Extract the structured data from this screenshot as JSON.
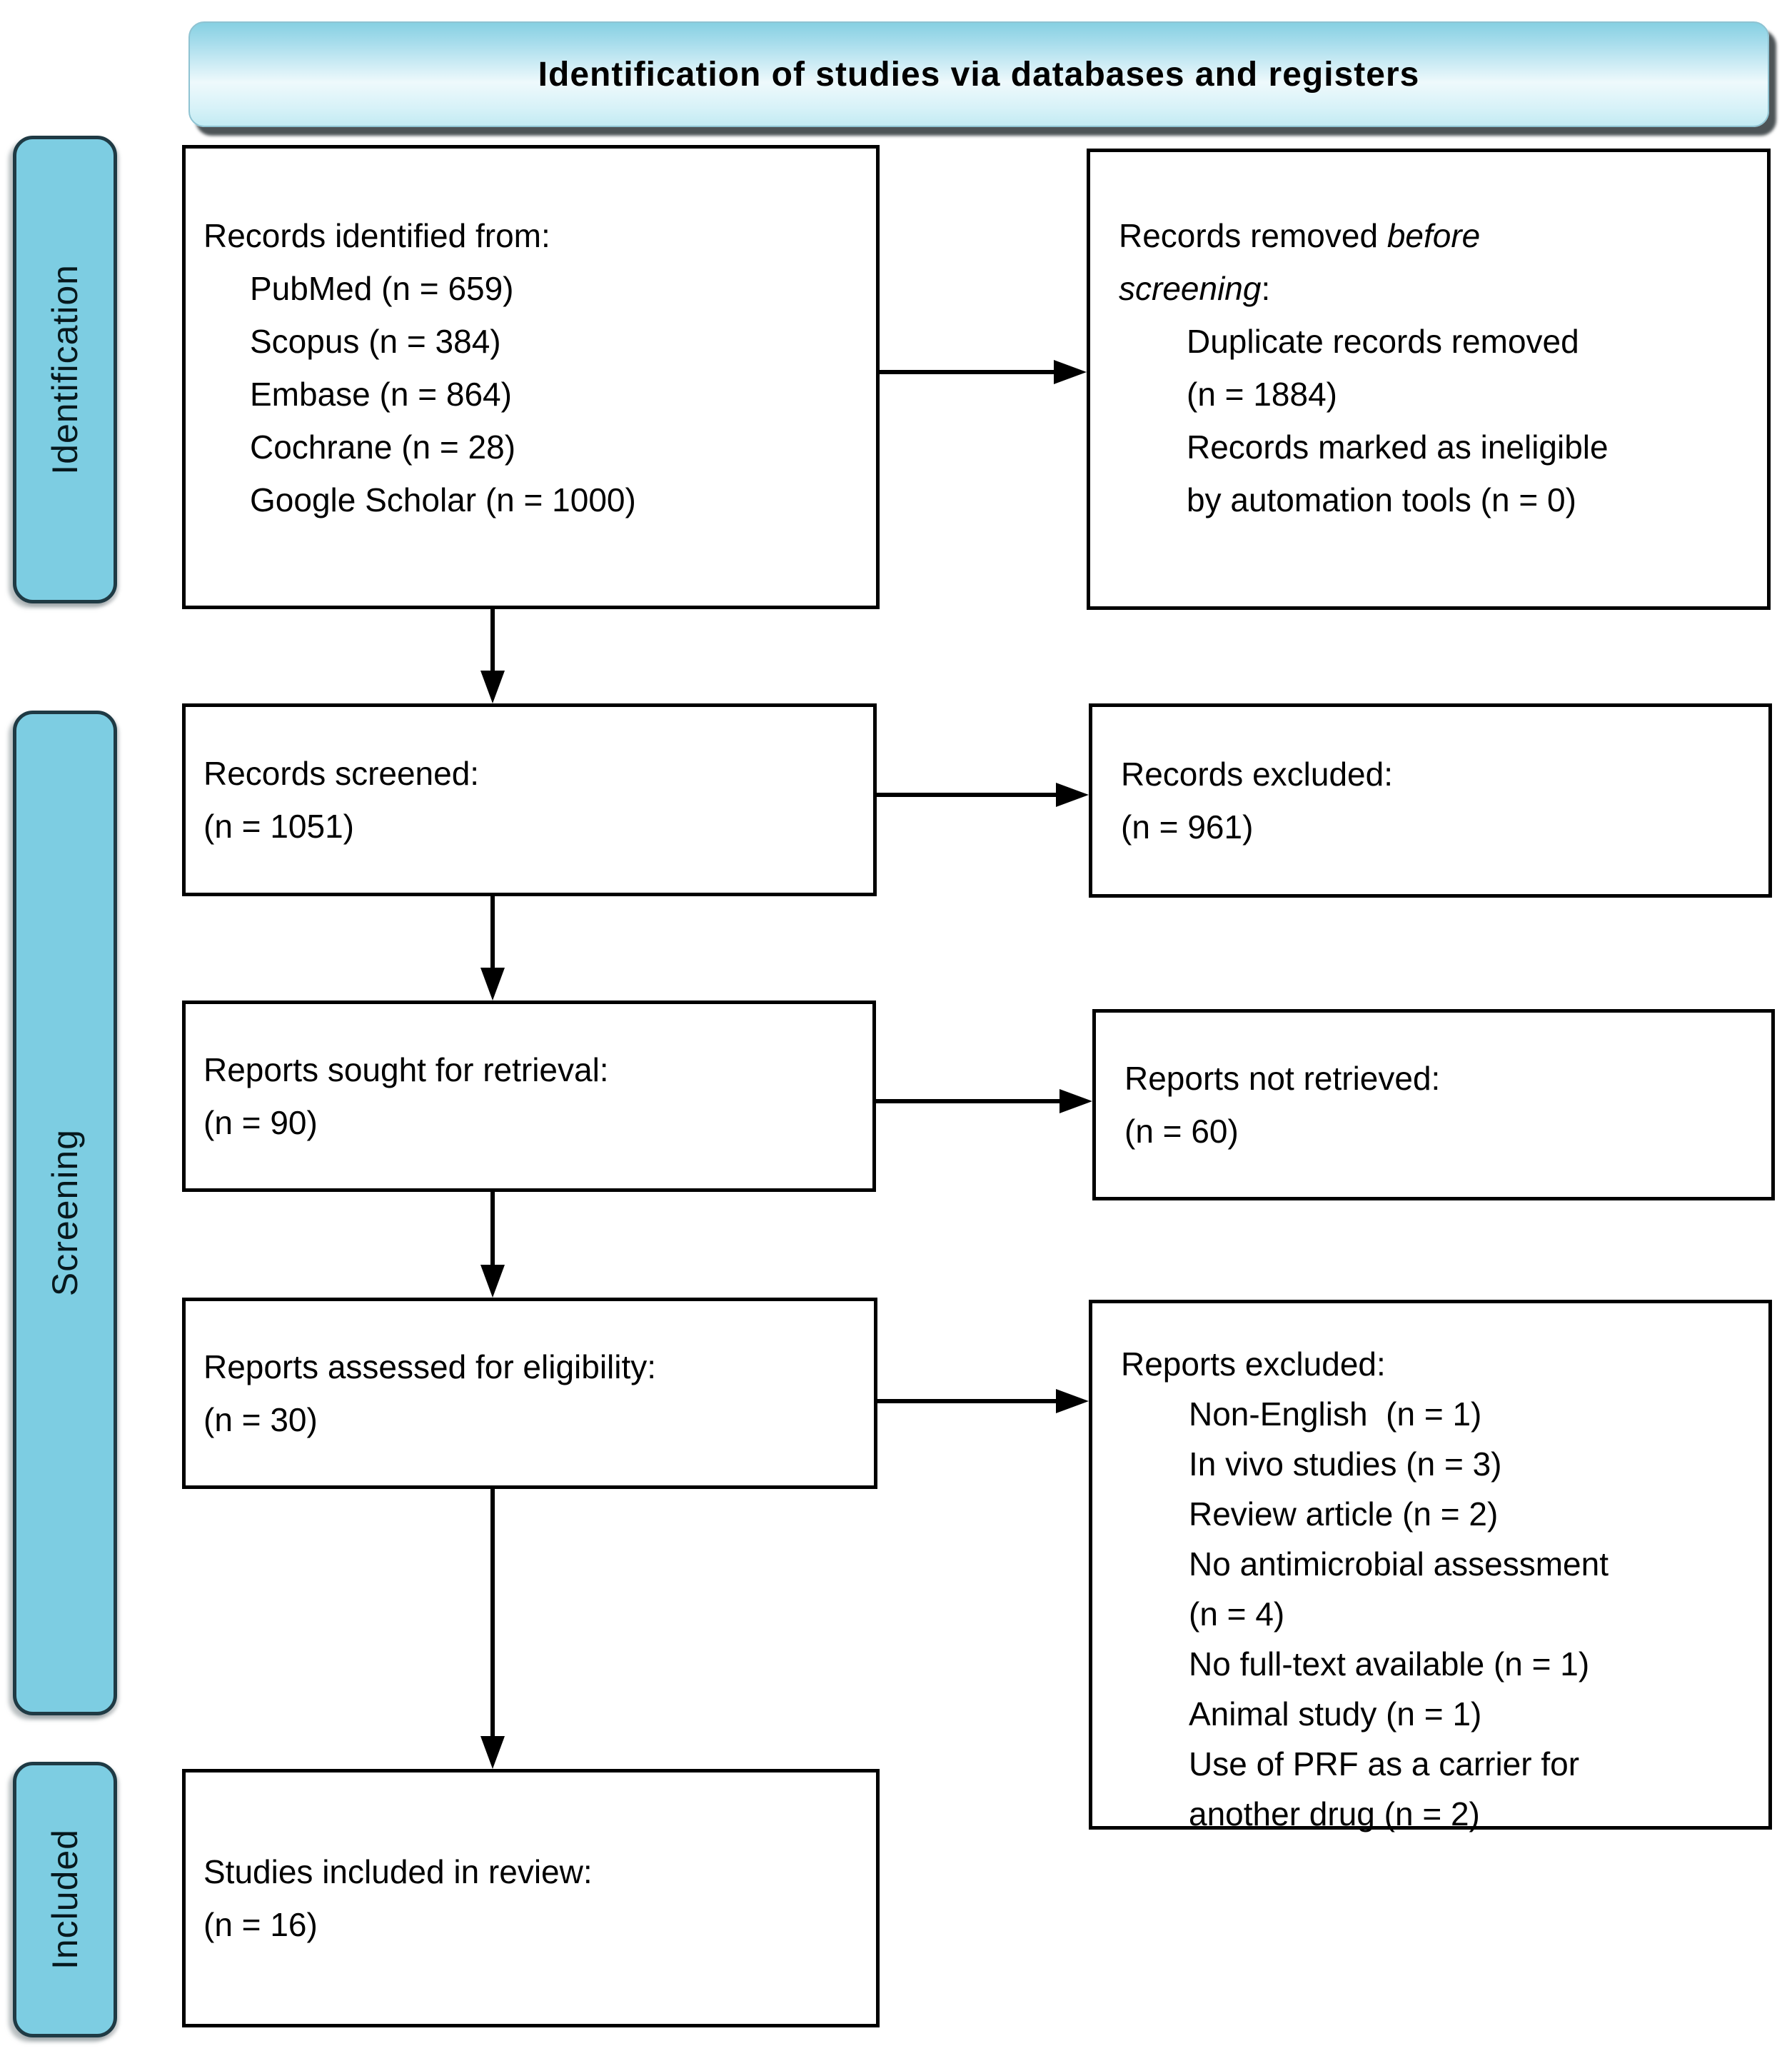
{
  "title": "Identification of studies via databases and registers",
  "stages": [
    {
      "label": "Identification"
    },
    {
      "label": "Screening"
    },
    {
      "label": "Included"
    }
  ],
  "boxes": {
    "records_identified": {
      "lines": [
        {
          "indent": false,
          "segments": [
            {
              "text": "Records identified from:"
            }
          ]
        },
        {
          "indent": true,
          "segments": [
            {
              "text": "PubMed (n = 659)"
            }
          ]
        },
        {
          "indent": true,
          "segments": [
            {
              "text": "Scopus (n = 384)"
            }
          ]
        },
        {
          "indent": true,
          "segments": [
            {
              "text": "Embase (n = 864)"
            }
          ]
        },
        {
          "indent": true,
          "segments": [
            {
              "text": "Cochrane (n = 28)"
            }
          ]
        },
        {
          "indent": true,
          "segments": [
            {
              "text": "Google Scholar (n = 1000)"
            }
          ]
        }
      ]
    },
    "records_removed": {
      "lines": [
        {
          "indent": false,
          "segments": [
            {
              "text": "Records removed "
            },
            {
              "text": "before",
              "italic": true
            }
          ]
        },
        {
          "indent": false,
          "segments": [
            {
              "text": "screening",
              "italic": true
            },
            {
              "text": ":"
            }
          ]
        },
        {
          "indent": true,
          "segments": [
            {
              "text": "Duplicate records removed"
            }
          ]
        },
        {
          "indent": true,
          "segments": [
            {
              "text": "(n = 1884)"
            }
          ]
        },
        {
          "indent": true,
          "segments": [
            {
              "text": "Records marked as ineligible"
            }
          ]
        },
        {
          "indent": true,
          "segments": [
            {
              "text": "by automation tools (n = 0)"
            }
          ]
        }
      ]
    },
    "records_screened": {
      "lines": [
        {
          "indent": false,
          "segments": [
            {
              "text": "Records screened:"
            }
          ]
        },
        {
          "indent": false,
          "segments": [
            {
              "text": "(n = 1051)"
            }
          ]
        }
      ]
    },
    "records_excluded": {
      "lines": [
        {
          "indent": false,
          "segments": [
            {
              "text": "Records excluded:"
            }
          ]
        },
        {
          "indent": false,
          "segments": [
            {
              "text": "(n = 961)"
            }
          ]
        }
      ]
    },
    "reports_sought": {
      "lines": [
        {
          "indent": false,
          "segments": [
            {
              "text": "Reports sought for retrieval:"
            }
          ]
        },
        {
          "indent": false,
          "segments": [
            {
              "text": "(n = 90)"
            }
          ]
        }
      ]
    },
    "reports_not_retrieved": {
      "lines": [
        {
          "indent": false,
          "segments": [
            {
              "text": "Reports not retrieved:"
            }
          ]
        },
        {
          "indent": false,
          "segments": [
            {
              "text": "(n = 60)"
            }
          ]
        }
      ]
    },
    "reports_assessed": {
      "lines": [
        {
          "indent": false,
          "segments": [
            {
              "text": "Reports assessed for eligibility:"
            }
          ]
        },
        {
          "indent": false,
          "segments": [
            {
              "text": "(n = 30)"
            }
          ]
        }
      ]
    },
    "reports_excluded": {
      "lines": [
        {
          "indent": false,
          "segments": [
            {
              "text": "Reports excluded:"
            }
          ]
        },
        {
          "indent": true,
          "segments": [
            {
              "text": "Non-English  (n = 1)"
            }
          ]
        },
        {
          "indent": true,
          "segments": [
            {
              "text": "In vivo studies (n = 3)"
            }
          ]
        },
        {
          "indent": true,
          "segments": [
            {
              "text": "Review article (n = 2)"
            }
          ]
        },
        {
          "indent": true,
          "segments": [
            {
              "text": "No antimicrobial assessment"
            }
          ]
        },
        {
          "indent": true,
          "segments": [
            {
              "text": "(n = 4)"
            }
          ]
        },
        {
          "indent": true,
          "segments": [
            {
              "text": "No full-text available (n = 1)"
            }
          ]
        },
        {
          "indent": true,
          "segments": [
            {
              "text": "Animal study (n = 1)"
            }
          ]
        },
        {
          "indent": true,
          "segments": [
            {
              "text": "Use of PRF as a carrier for"
            }
          ]
        },
        {
          "indent": true,
          "segments": [
            {
              "text": "another drug (n = 2)"
            }
          ]
        }
      ]
    },
    "studies_included": {
      "lines": [
        {
          "indent": false,
          "segments": [
            {
              "text": "Studies included in review:"
            }
          ]
        },
        {
          "indent": false,
          "segments": [
            {
              "text": "(n = 16)"
            }
          ]
        }
      ]
    }
  },
  "colors": {
    "accent_cyan": "#7dcde2",
    "banner_gradient_top": "#87d0e2",
    "banner_gradient_middle": "#eef9fc",
    "banner_gradient_bottom": "#c3ebf3",
    "box_border": "#000000",
    "text": "#000000"
  }
}
